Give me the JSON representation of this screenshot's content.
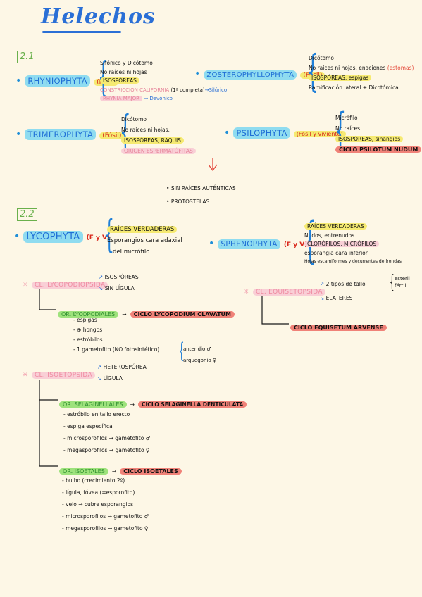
{
  "title": "Helechos",
  "s21": {
    "label": "2.1",
    "rhynio": {
      "name": "RHYNIOPHYTA",
      "tag": "(Fósil)",
      "items": [
        "Sifónico y Dicótomo",
        "No raíces ni hojas",
        "ISOSPÓREAS"
      ],
      "cutina": "CONSTRICCIÓN CALIFORNIA",
      "cutina_paren": "(1ª completa)",
      "cutina_arrow": "→",
      "cutina_res": "Silúrico",
      "rhynia": "RHYNIA MAJOR",
      "rhynia_arrow": "→",
      "rhynia_res": "Devónico"
    },
    "zoster": {
      "name": "ZOSTEROPHYLLOPHYTA",
      "tag": "(Fósil)",
      "items": [
        "Dicótomo",
        "No raíces ni hojas, enaciones",
        "ISOSPÓREAS, espigas",
        "Ramificación lateral + Dicotómica"
      ],
      "item2_note": "(estomas)"
    },
    "trimero": {
      "name": "TRIMEROPHYTA",
      "tag": "(Fósil)",
      "items": [
        "Dicótomo",
        "No raíces ni hojas,",
        "ISOSPÓREAS, RAQUIS"
      ],
      "last": "ORIGEN ESPERMATÓFITAS"
    },
    "psilo": {
      "name": "PSILOPHYTA",
      "tag": "(Fósil y viviente)",
      "items": [
        "Micrófilo",
        "No raíces",
        "ISOSPÓREAS, sinangios"
      ],
      "cycle": "CICLO PSILOTUM NUDUM"
    },
    "arrow": "⇩",
    "notes": [
      "SIN RAÍCES AUTÉNTICAS",
      "PROTOSTELAS"
    ]
  },
  "s22": {
    "label": "2.2",
    "lyco": {
      "name": "LYCOPHYTA",
      "tag": "(F y V)",
      "items": [
        "RAÍCES VERDADERAS",
        "Esporangios cara adaxial",
        "del micrófilo"
      ]
    },
    "spheno": {
      "name": "SPHENOPHYTA",
      "tag": "(F y V)",
      "items": [
        "RAÍCES VERDADERAS",
        "Nudos, entrenudos",
        "CLORÓFILOS, MICRÓFILOS",
        "esporangia cara inferior",
        "Hojas escamiformes y decurrentes de frondas"
      ]
    },
    "cl_lyco": {
      "name": "CL. LYCOPODIOPSIDA",
      "items": [
        "ISOSPÓREAS",
        "SIN LÍGULA"
      ],
      "order": "OR. LYCOPODIALES",
      "order_arrow": "→",
      "cycle": "CICLO LYCOPODIUM CLAVATUM",
      "details": [
        "espigas",
        "⊕ hongos",
        "estróbilos",
        "1 gametofito (NO fotosintético)"
      ],
      "gam": [
        "anteridio ♂",
        "arquegonio ♀"
      ]
    },
    "cl_equi": {
      "name": "CL. EQUISETOPSIDA",
      "items": [
        "2 tipos de tallo",
        "ELATERES"
      ],
      "stem": [
        "estéril",
        "fértil"
      ],
      "cycle": "CICLO EQUISETUM ARVENSE"
    },
    "cl_isoe": {
      "name": "CL. ISOETOPSIDA",
      "items": [
        "HETEROSPÓREA",
        "LÍGULA"
      ],
      "orders": [
        {
          "name": "OR. SELAGINELLALES",
          "arrow": "→",
          "cycle": "CICLO SELAGINELLA DENTICULATA",
          "details": [
            "estróbilo en tallo erecto",
            "espiga específica",
            "microsporofilos → gametofito ♂",
            "megasporofilos → gametofito ♀"
          ]
        },
        {
          "name": "OR. ISOETALES",
          "arrow": "→",
          "cycle": "CICLO ISOETALES",
          "details": [
            "bulbo (crecimiento 2º)",
            "lígula, fóvea (=esporofito)",
            "velo → cubre esporangios",
            "microsporofilos → gametofito ♂",
            "megasporofilos → gametofito ♀"
          ]
        }
      ]
    }
  }
}
